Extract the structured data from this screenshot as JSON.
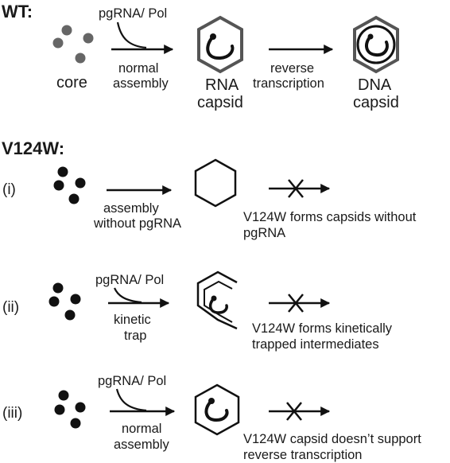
{
  "wt": {
    "header": "WT:",
    "core_label": "core",
    "cofactor": "pgRNA/ Pol",
    "assembly": [
      "normal",
      "assembly"
    ],
    "rna_capsid": [
      "RNA",
      "capsid"
    ],
    "rt": [
      "reverse",
      "transcription"
    ],
    "dna_capsid": [
      "DNA",
      "capsid"
    ]
  },
  "mutant": {
    "header": "V124W:",
    "cases": [
      {
        "numeral": "(i)",
        "cofactor": "",
        "assembly": [
          "assembly",
          "without pgRNA"
        ],
        "result": [
          "V124W forms capsids without",
          "pgRNA"
        ]
      },
      {
        "numeral": "(ii)",
        "cofactor": "pgRNA/ Pol",
        "assembly": [
          "kinetic",
          "trap"
        ],
        "result": [
          "V124W forms kinetically",
          "trapped intermediates"
        ]
      },
      {
        "numeral": "(iii)",
        "cofactor": "pgRNA/ Pol",
        "assembly": [
          "normal",
          "assembly"
        ],
        "result": [
          "V124W capsid doesn’t support",
          "reverse transcription"
        ]
      }
    ]
  },
  "colors": {
    "wt_core": "#666666",
    "mutant_core": "#111111",
    "wt_hexagon": "#555555",
    "mutant_hexagon": "#111111"
  }
}
